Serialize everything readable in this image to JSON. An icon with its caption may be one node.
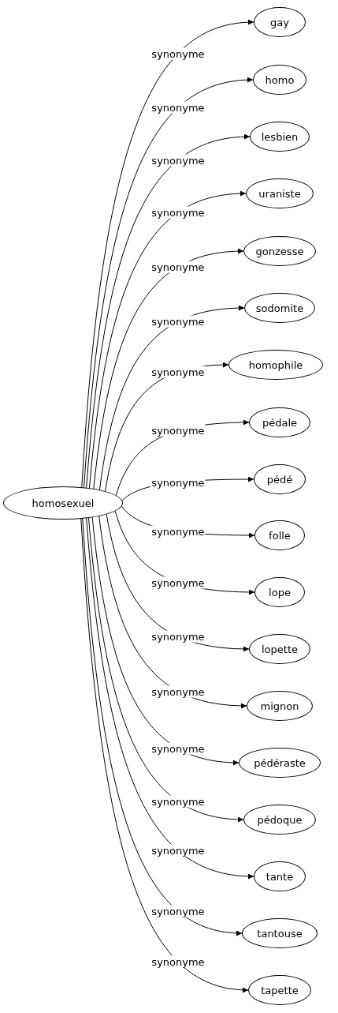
{
  "diagram": {
    "nodes": [
      {
        "text": [
          "homosexuel"
        ]
      },
      {
        "text": [
          "gay"
        ]
      },
      {
        "text": [
          "homo"
        ]
      },
      {
        "text": [
          "lesbien"
        ]
      },
      {
        "text": [
          "uraniste"
        ]
      },
      {
        "text": [
          "gonzesse"
        ]
      },
      {
        "text": [
          "sodomite"
        ]
      },
      {
        "text": [
          "homophile"
        ]
      },
      {
        "text": [
          "pédale"
        ]
      },
      {
        "text": [
          "pédé"
        ]
      },
      {
        "text": [
          "folle"
        ]
      },
      {
        "text": [
          "lope"
        ]
      },
      {
        "text": [
          "lopette"
        ]
      },
      {
        "text": [
          "mignon"
        ]
      },
      {
        "text": [
          "pédéraste"
        ]
      },
      {
        "text": [
          "pédoque"
        ]
      },
      {
        "text": [
          "tante"
        ]
      },
      {
        "text": [
          "tantouse"
        ]
      },
      {
        "text": [
          "tapette"
        ]
      }
    ],
    "edges": [
      {
        "from": 0,
        "to": 1,
        "arrow": "to",
        "label": "synonyme"
      },
      {
        "from": 0,
        "to": 2,
        "arrow": "to",
        "label": "synonyme"
      },
      {
        "from": 0,
        "to": 3,
        "arrow": "to",
        "label": "synonyme"
      },
      {
        "from": 0,
        "to": 4,
        "arrow": "to",
        "label": "synonyme"
      },
      {
        "from": 0,
        "to": 5,
        "arrow": "to",
        "label": "synonyme"
      },
      {
        "from": 0,
        "to": 6,
        "arrow": "to",
        "label": "synonyme"
      },
      {
        "from": 0,
        "to": 7,
        "arrow": "to",
        "label": "synonyme"
      },
      {
        "from": 0,
        "to": 8,
        "arrow": "to",
        "label": "synonyme"
      },
      {
        "from": 0,
        "to": 9,
        "arrow": "to",
        "label": "synonyme"
      },
      {
        "from": 0,
        "to": 10,
        "arrow": "to",
        "label": "synonyme"
      },
      {
        "from": 0,
        "to": 11,
        "arrow": "to",
        "label": "synonyme"
      },
      {
        "from": 0,
        "to": 12,
        "arrow": "to",
        "label": "synonyme"
      },
      {
        "from": 0,
        "to": 13,
        "arrow": "to",
        "label": "synonyme"
      },
      {
        "from": 0,
        "to": 14,
        "arrow": "to",
        "label": "synonyme"
      },
      {
        "from": 0,
        "to": 15,
        "arrow": "to",
        "label": "synonyme"
      },
      {
        "from": 0,
        "to": 16,
        "arrow": "to",
        "label": "synonyme"
      },
      {
        "from": 0,
        "to": 17,
        "arrow": "to",
        "label": "synonyme"
      },
      {
        "from": 0,
        "to": 18,
        "arrow": "to",
        "label": "synonyme"
      }
    ]
  }
}
